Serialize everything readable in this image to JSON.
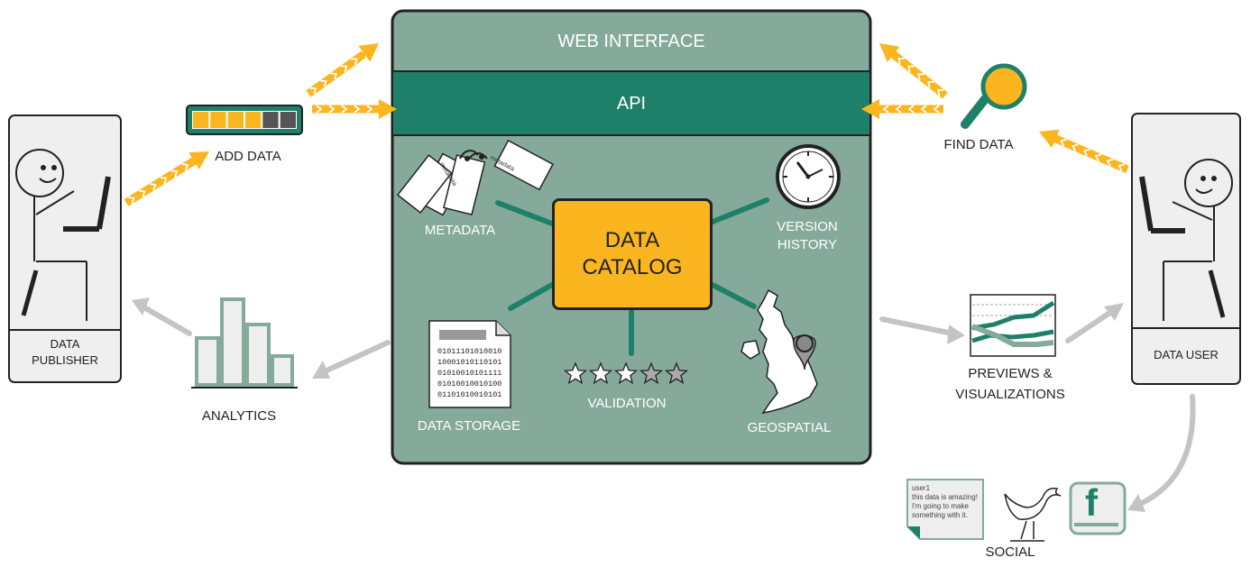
{
  "panel": {
    "web_interface": "WEB INTERFACE",
    "api": "API",
    "catalog_line1": "DATA",
    "catalog_line2": "CATALOG",
    "metadata": "METADATA",
    "version_line1": "VERSION",
    "version_line2": "HISTORY",
    "data_storage": "DATA STORAGE",
    "validation": "VALIDATION",
    "geospatial": "GEOSPATIAL",
    "tag_text_1": "metadata",
    "tag_text_2": "metadata",
    "binary_lines": [
      "01011101010010",
      "10001010110101",
      "01010010101111",
      "01010010010100",
      "01101010010101"
    ],
    "stars_filled": 3,
    "stars_total": 5
  },
  "left": {
    "publisher_line1": "DATA",
    "publisher_line2": "PUBLISHER",
    "add_data": "ADD DATA",
    "analytics": "ANALYTICS",
    "progress_filled_segments": 4,
    "progress_total_segments": 6
  },
  "right": {
    "data_user": "DATA USER",
    "find_data": "FIND DATA",
    "previews_line1": "PREVIEWS &",
    "previews_line2": "VISUALIZATIONS",
    "social": "SOCIAL",
    "tweet_lines": [
      "user1",
      "this data is amazing!",
      "I'm going to make",
      "something with it."
    ],
    "facebook_letter": "f"
  },
  "colors": {
    "panel_bg": "#85aa9c",
    "api_bar": "#1f8069",
    "accent_orange": "#fbb61f",
    "teal": "#1f8069",
    "grey_arrow": "#c4c4c4",
    "outline": "#222222"
  }
}
